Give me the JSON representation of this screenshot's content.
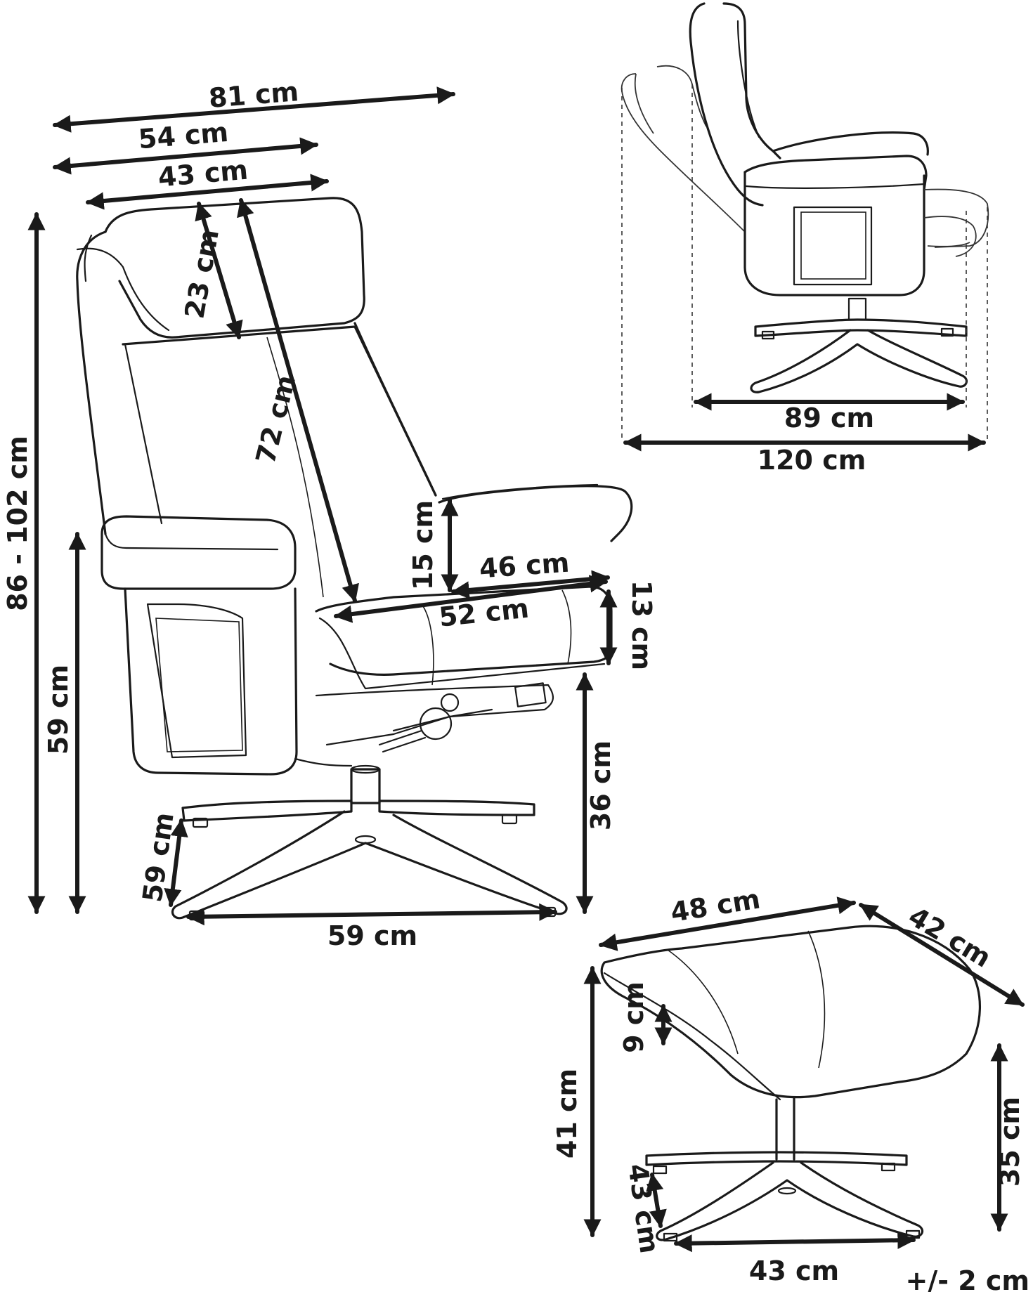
{
  "dimensions": {
    "chair_width_total": "81 cm",
    "chair_width_mid": "54 cm",
    "headrest_width": "43 cm",
    "headrest_height": "23 cm",
    "backrest_length": "72 cm",
    "total_height": "86 - 102 cm",
    "armrest_height": "59 cm",
    "back_above_seat": "15 cm",
    "seat_width": "46 cm",
    "seat_depth": "52 cm",
    "seat_cushion_thickness": "13 cm",
    "seat_height": "36 cm",
    "base_depth": "59 cm",
    "base_width": "59 cm",
    "reclined_depth": "89 cm",
    "reclined_depth_total": "120 cm",
    "ottoman_width": "48 cm",
    "ottoman_depth": "42 cm",
    "ottoman_cushion_thickness": "9 cm",
    "ottoman_total_height": "41 cm",
    "ottoman_height": "35 cm",
    "ottoman_base_depth": "43 cm",
    "ottoman_base_width": "43 cm",
    "tolerance": "+/- 2 cm"
  }
}
